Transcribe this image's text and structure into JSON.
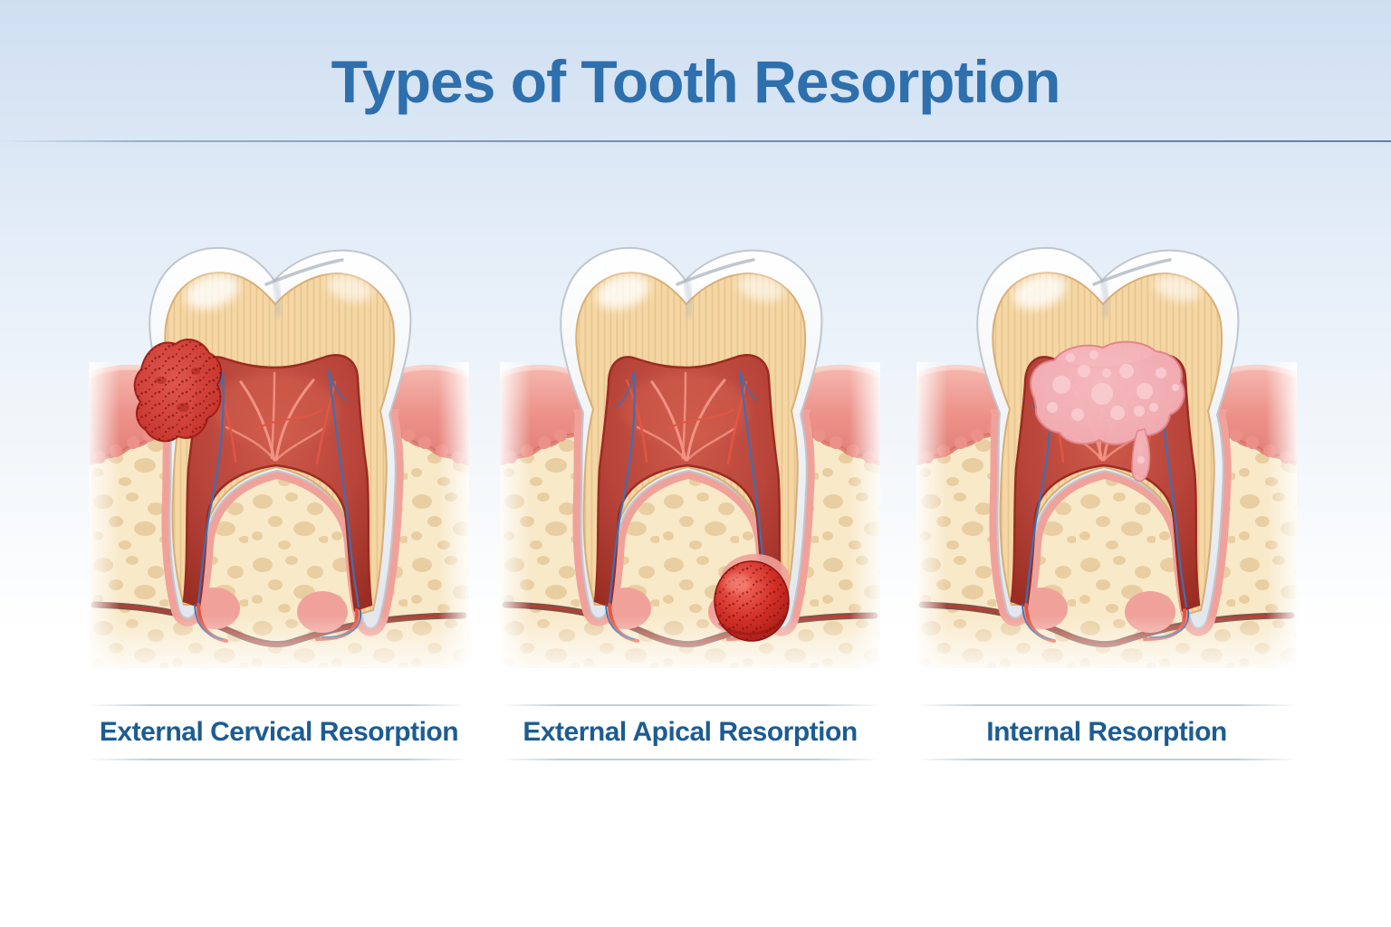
{
  "title": "Types of Tooth Resorption",
  "panels": [
    {
      "type": "external-cervical",
      "label": "External Cervical Resorption"
    },
    {
      "type": "external-apical",
      "label": "External Apical Resorption"
    },
    {
      "type": "internal",
      "label": "Internal Resorption"
    }
  ],
  "colors": {
    "title-blue": "#2e6fad",
    "label-blue": "#1d5c92",
    "divider-blue": "#5d82ac",
    "enamel-shade": "#e2e6ec",
    "dentin-tan": "#f4d7a4",
    "dentin-stripe": "#ddb177",
    "dentin-edge": "#d9ae76",
    "pulp-red": "#b8443a",
    "pulp-dark": "#9c2b21",
    "vessel-red": "#e35543",
    "vessel-pink": "#f09383",
    "vessel-blue": "#3e6fb2",
    "gum-pink": "#ec9189",
    "gum-light": "#f5b6ad",
    "gum-dark": "#d96f67",
    "pdl-pink": "#f0a29a",
    "bone-cream": "#f8e9c9",
    "bone-spot": "#e7cb9c",
    "nerve-maroon": "#74453e",
    "lesion-red": "#d12f27",
    "lesion-dark": "#8e130f",
    "lesion-pink": "#f2a7ae",
    "lesion-pink-bubble": "#f9cdd1"
  }
}
